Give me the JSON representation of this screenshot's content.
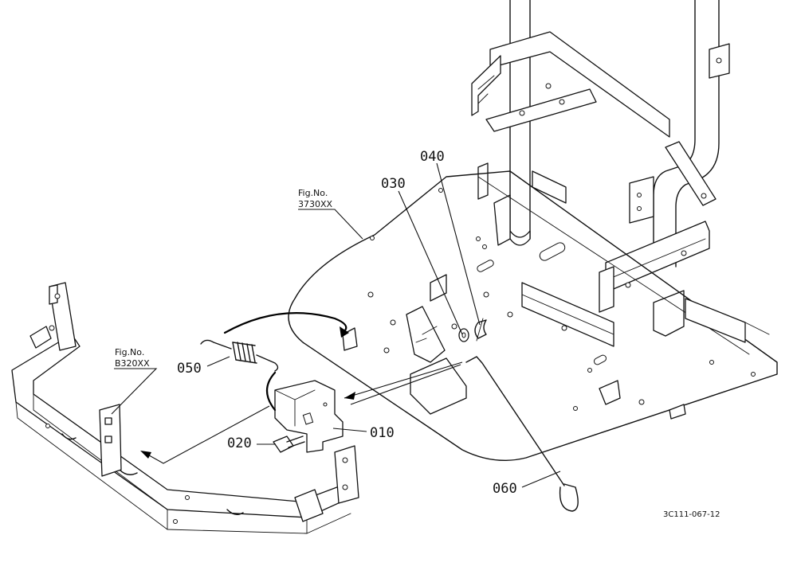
{
  "diagram": {
    "callouts": {
      "p010": "010",
      "p020": "020",
      "p030": "030",
      "p040": "040",
      "p050": "050",
      "p060": "060"
    },
    "fig_refs": {
      "ref_a_line1": "Fig.No.",
      "ref_a_line2": "3730XX",
      "ref_b_line1": "Fig.No.",
      "ref_b_line2": "B320XX"
    },
    "drawing_number": "3C111-067-12"
  }
}
